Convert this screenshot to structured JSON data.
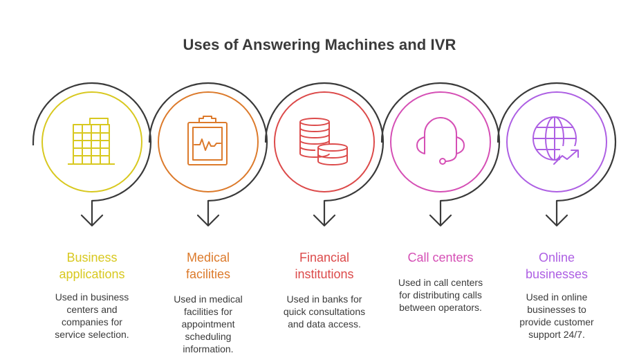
{
  "title": "Uses of Answering Machines and IVR",
  "colors": {
    "connector": "#3a3a3a",
    "business": "#d8c81f",
    "medical": "#dc7a2b",
    "financial": "#dc4a4a",
    "callcenter": "#d54fb5",
    "online": "#ad5fe3"
  },
  "steps": [
    {
      "icon": "office-building-icon",
      "heading_line1": "Business",
      "heading_line2": "applications",
      "desc_lines": [
        "Used in business",
        "centers and",
        "companies for",
        "service selection."
      ]
    },
    {
      "icon": "clipboard-heartbeat-icon",
      "heading_line1": "Medical",
      "heading_line2": "facilities",
      "desc_lines": [
        "Used in medical",
        "facilities for",
        "appointment",
        "scheduling",
        "information."
      ]
    },
    {
      "icon": "coin-stack-icon",
      "heading_line1": "Financial",
      "heading_line2": "institutions",
      "desc_lines": [
        "Used in banks for",
        "quick consultations",
        "and data access."
      ]
    },
    {
      "icon": "headset-icon",
      "heading_line1": "Call centers",
      "heading_line2": "",
      "desc_lines": [
        "Used in call centers",
        "for distributing calls",
        "between operators."
      ]
    },
    {
      "icon": "globe-trend-icon",
      "heading_line1": "Online",
      "heading_line2": "businesses",
      "desc_lines": [
        "Used in online",
        "businesses to",
        "provide customer",
        "support 24/7."
      ]
    }
  ]
}
